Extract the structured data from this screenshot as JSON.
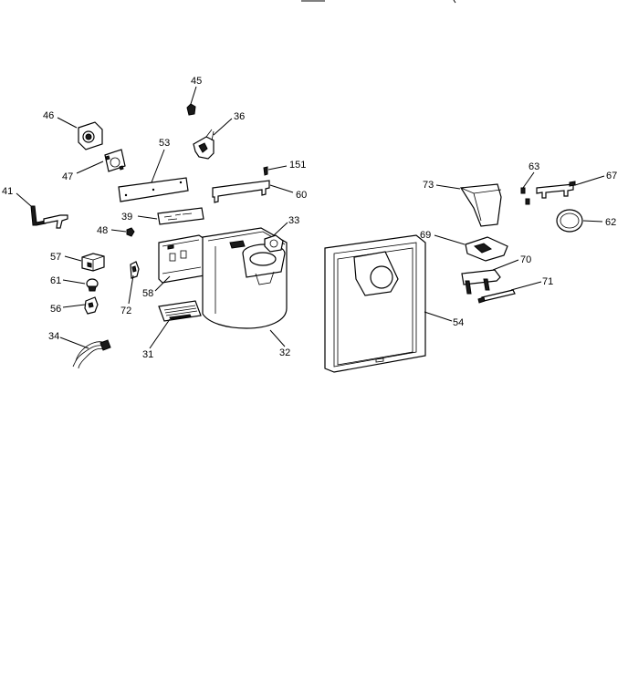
{
  "diagram": {
    "labels": {
      "p45": "45",
      "p46": "46",
      "p36": "36",
      "p53": "53",
      "p47": "47",
      "p151": "151",
      "p41": "41",
      "p60": "60",
      "p39": "39",
      "p33": "33",
      "p48": "48",
      "p57": "57",
      "p61": "61",
      "p72": "72",
      "p58": "58",
      "p56": "56",
      "p34": "34",
      "p31": "31",
      "p32": "32",
      "p73": "73",
      "p63": "63",
      "p67": "67",
      "p62": "62",
      "p69": "69",
      "p70": "70",
      "p71": "71",
      "p54": "54"
    }
  }
}
